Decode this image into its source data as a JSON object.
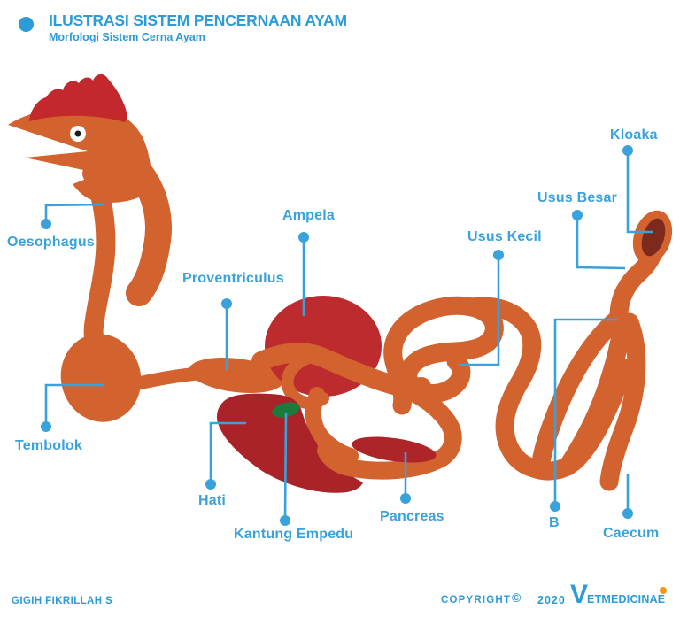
{
  "header": {
    "title": "ILUSTRASI SISTEM PENCERNAAN AYAM",
    "subtitle": "Morfologi Sistem Cerna Ayam"
  },
  "diagram": {
    "labels": {
      "oesophagus": "Oesophagus",
      "tembolok": "Tembolok",
      "proventriculus": "Proventriculus",
      "ampela": "Ampela",
      "hati": "Hati",
      "kantung_empedu": "Kantung Empedu",
      "pancreas": "Pancreas",
      "usus_kecil": "Usus Kecil",
      "usus_besar": "Usus Besar",
      "kloaka": "Kloaka",
      "b": "B",
      "caecum": "Caecum"
    }
  },
  "footer": {
    "author": "GIGIH FIKRILLAH S",
    "copyright_label": "COPYRIGHT",
    "copyright_symbol": "©",
    "year": "2020",
    "logo_initial": "V",
    "logo_rest": "ETMEDICINAE"
  },
  "colors": {
    "accent_blue": "#3AA2DB",
    "title_blue": "#2D9BD5",
    "organ_orange": "#D2622E",
    "comb_red": "#C3282C",
    "gizzard_red": "#BD2B2E",
    "liver_red": "#A92329",
    "pancreas_red": "#AE2529",
    "gallbladder_green": "#1E7A3C",
    "cloaca_maroon": "#7D2A1C",
    "logo_dot_orange": "#F7941E"
  }
}
